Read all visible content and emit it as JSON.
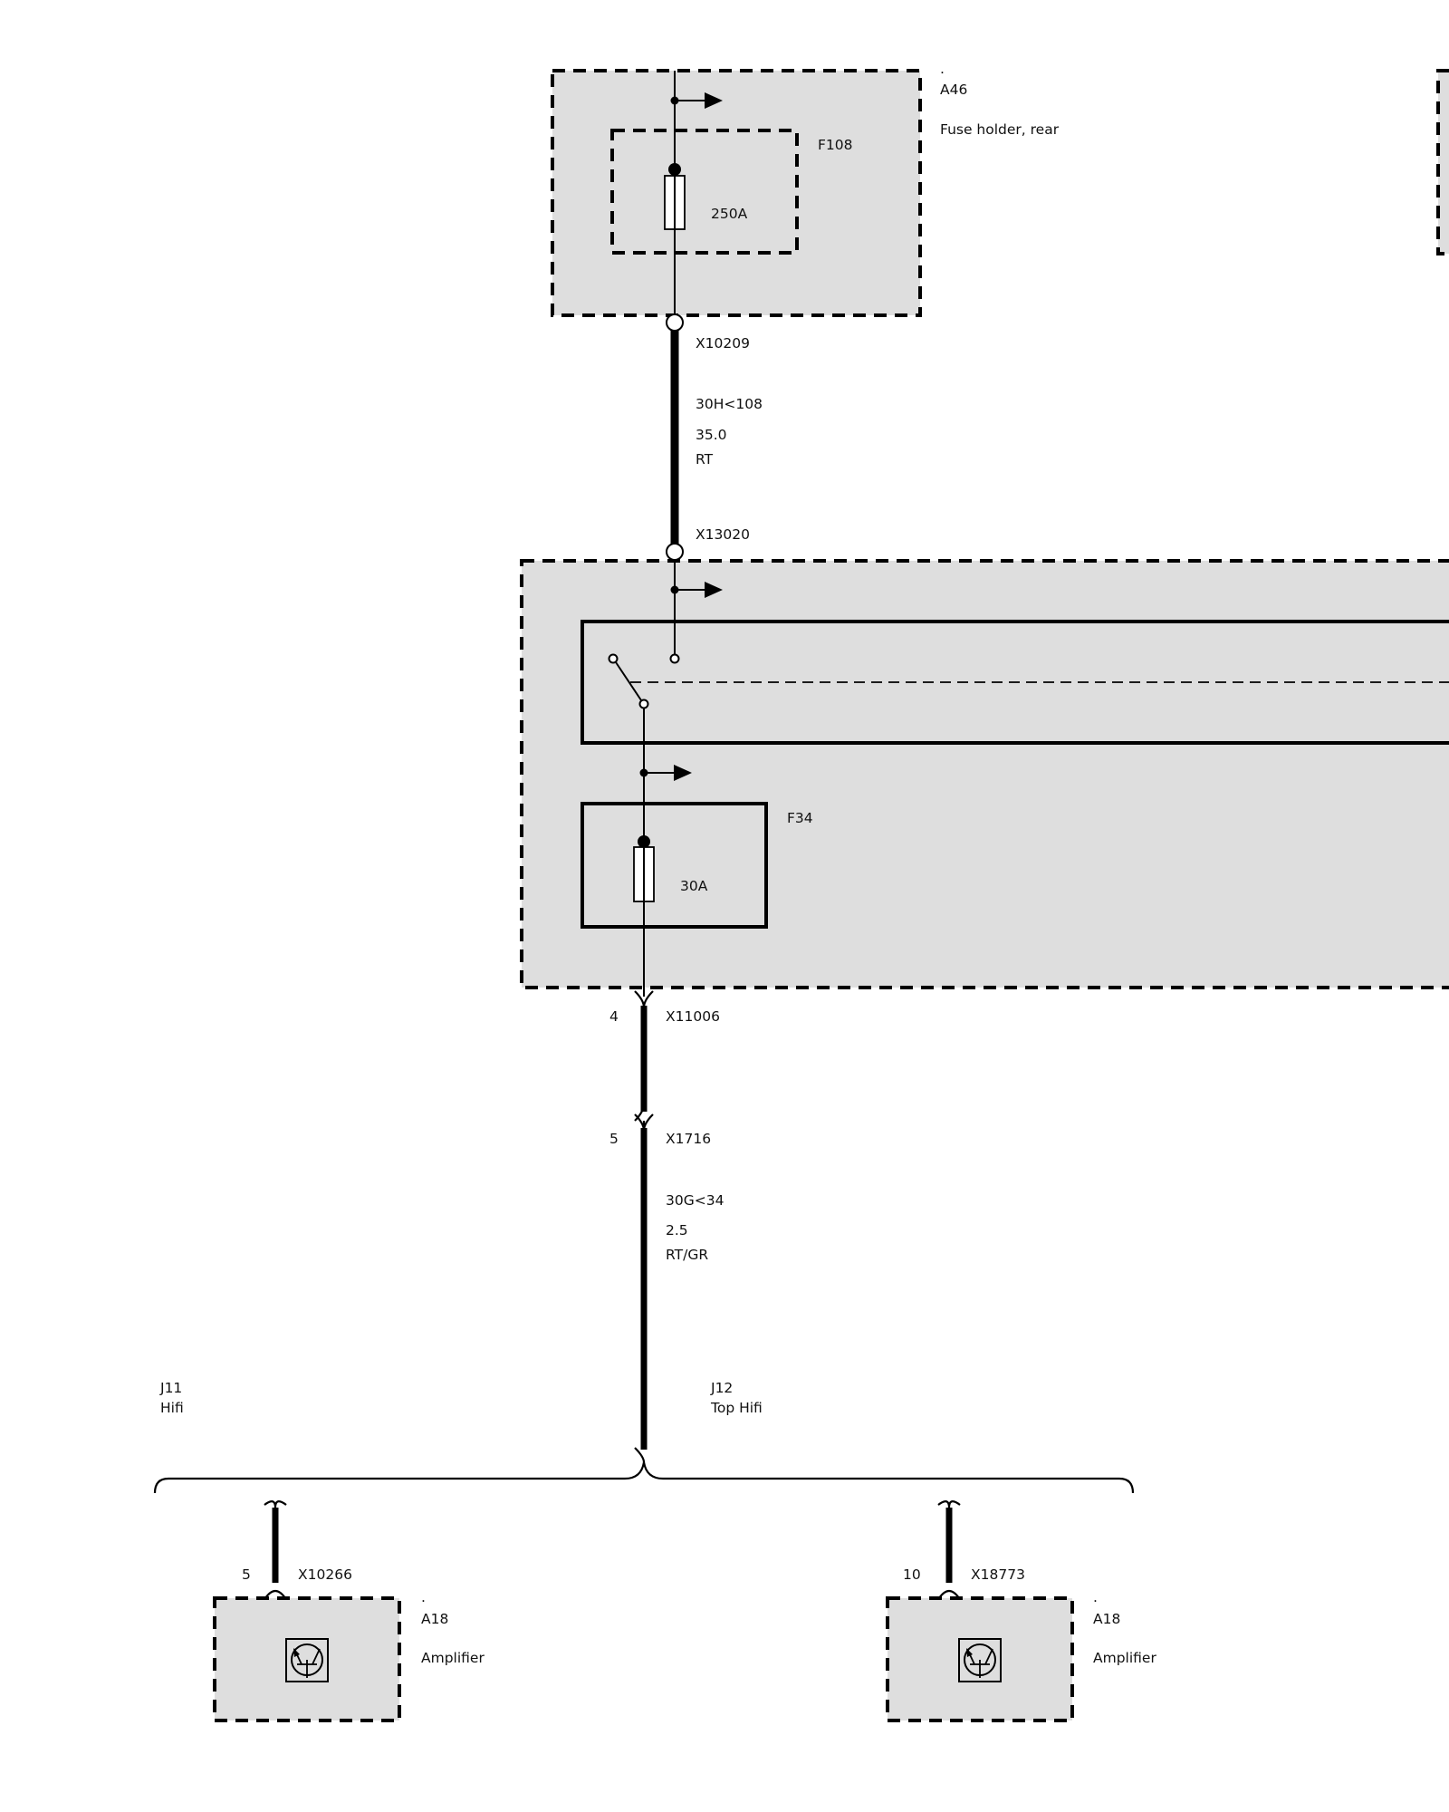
{
  "a46": {
    "dot": ".",
    "id": "A46",
    "name": "Fuse holder, rear",
    "fuse": {
      "id": "F108",
      "rating": "250A"
    }
  },
  "wire_top": {
    "connector_upper": "X10209",
    "circuit": "30H<108",
    "gauge": "35.0",
    "color": "RT",
    "connector_lower": "X13020"
  },
  "fuse_f34": {
    "id": "F34",
    "rating": "30A"
  },
  "wire_mid": {
    "pin_upper": "4",
    "connector_upper": "X11006",
    "pin_lower": "5",
    "connector_lower": "X1716",
    "circuit": "30G<34",
    "gauge": "2.5",
    "color": "RT/GR"
  },
  "variants": {
    "left": {
      "code": "J11",
      "name": "Hifi"
    },
    "right": {
      "code": "J12",
      "name": "Top Hifi"
    }
  },
  "amp_left": {
    "pin": "5",
    "connector": "X10266",
    "dot": ".",
    "id": "A18",
    "name": "Amplifier"
  },
  "amp_right": {
    "pin": "10",
    "connector": "X18773",
    "dot": ".",
    "id": "A18",
    "name": "Amplifier"
  }
}
